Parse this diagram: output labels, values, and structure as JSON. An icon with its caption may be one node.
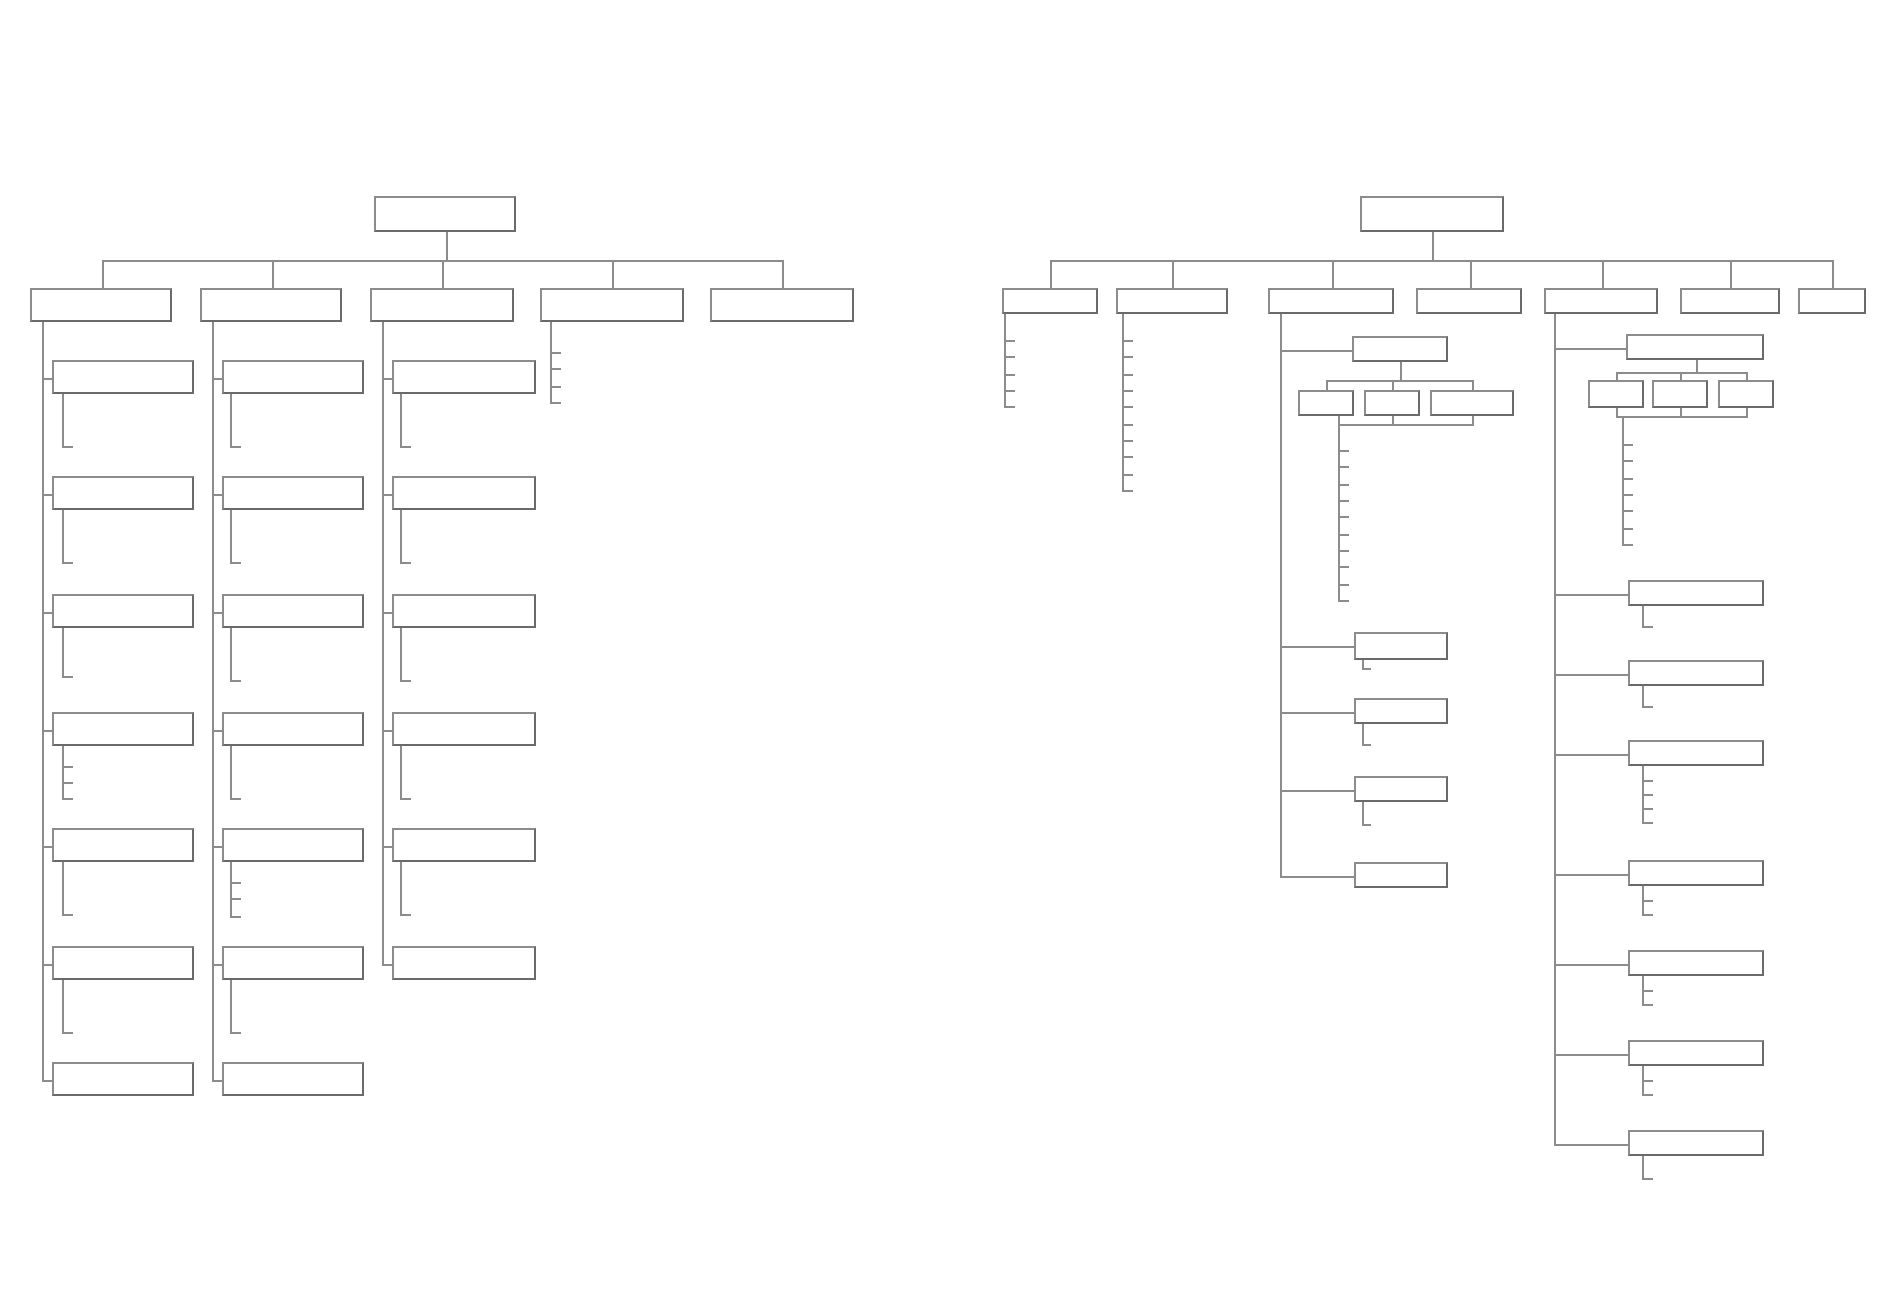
{
  "diagram": {
    "nodes": [
      {
        "text": [],
        "shape": "box"
      },
      {
        "text": [],
        "shape": "box"
      },
      {
        "text": [],
        "shape": "box"
      },
      {
        "text": [],
        "shape": "box"
      },
      {
        "text": [],
        "shape": "box"
      },
      {
        "text": [],
        "shape": "box"
      },
      {
        "text": [],
        "shape": "box"
      },
      {
        "text": [],
        "shape": "box"
      },
      {
        "text": [],
        "shape": "box"
      },
      {
        "text": [],
        "shape": "box"
      },
      {
        "text": [],
        "shape": "box"
      },
      {
        "text": [],
        "shape": "box"
      },
      {
        "text": [],
        "shape": "box"
      },
      {
        "text": [],
        "shape": "box"
      },
      {
        "text": [],
        "shape": "box"
      },
      {
        "text": [],
        "shape": "box"
      },
      {
        "text": [],
        "shape": "box"
      },
      {
        "text": [],
        "shape": "box"
      },
      {
        "text": [],
        "shape": "box"
      },
      {
        "text": [],
        "shape": "box"
      },
      {
        "text": [],
        "shape": "box"
      },
      {
        "text": [],
        "shape": "box"
      },
      {
        "text": [],
        "shape": "box"
      },
      {
        "text": [],
        "shape": "box"
      },
      {
        "text": [],
        "shape": "box"
      },
      {
        "text": [],
        "shape": "box"
      },
      {
        "text": [],
        "shape": "box"
      },
      {
        "text": [],
        "shape": "box"
      },
      {
        "text": [],
        "shape": "box"
      },
      {
        "text": [],
        "shape": "box"
      },
      {
        "text": [],
        "shape": "box"
      },
      {
        "text": [],
        "shape": "box"
      },
      {
        "text": [],
        "shape": "box"
      },
      {
        "text": [],
        "shape": "box"
      },
      {
        "text": [],
        "shape": "box"
      },
      {
        "text": [],
        "shape": "box"
      },
      {
        "text": [],
        "shape": "box"
      },
      {
        "text": [],
        "shape": "box"
      },
      {
        "text": [],
        "shape": "box"
      },
      {
        "text": [],
        "shape": "box"
      },
      {
        "text": [],
        "shape": "box"
      },
      {
        "text": [],
        "shape": "box"
      },
      {
        "text": [],
        "shape": "box"
      },
      {
        "text": [],
        "shape": "box"
      },
      {
        "text": [],
        "shape": "box"
      },
      {
        "text": [],
        "shape": "box"
      },
      {
        "text": [],
        "shape": "box"
      },
      {
        "text": [],
        "shape": "box"
      },
      {
        "text": [],
        "shape": "box"
      },
      {
        "text": [],
        "shape": "box"
      },
      {
        "text": [],
        "shape": "box"
      },
      {
        "text": [],
        "shape": "box"
      },
      {
        "text": [],
        "shape": "box"
      }
    ],
    "edges": [
      {
        "from": 0,
        "to": 1,
        "arrow": "none"
      },
      {
        "from": 0,
        "to": 2,
        "arrow": "none"
      },
      {
        "from": 0,
        "to": 3,
        "arrow": "none"
      },
      {
        "from": 0,
        "to": 4,
        "arrow": "none"
      },
      {
        "from": 0,
        "to": 5,
        "arrow": "none"
      },
      {
        "from": 1,
        "to": 6,
        "arrow": "none"
      },
      {
        "from": 1,
        "to": 7,
        "arrow": "none"
      },
      {
        "from": 1,
        "to": 8,
        "arrow": "none"
      },
      {
        "from": 1,
        "to": 9,
        "arrow": "none"
      },
      {
        "from": 1,
        "to": 10,
        "arrow": "none"
      },
      {
        "from": 1,
        "to": 11,
        "arrow": "none"
      },
      {
        "from": 1,
        "to": 12,
        "arrow": "none"
      },
      {
        "from": 2,
        "to": 13,
        "arrow": "none"
      },
      {
        "from": 2,
        "to": 14,
        "arrow": "none"
      },
      {
        "from": 2,
        "to": 15,
        "arrow": "none"
      },
      {
        "from": 2,
        "to": 16,
        "arrow": "none"
      },
      {
        "from": 2,
        "to": 17,
        "arrow": "none"
      },
      {
        "from": 2,
        "to": 18,
        "arrow": "none"
      },
      {
        "from": 2,
        "to": 19,
        "arrow": "none"
      },
      {
        "from": 3,
        "to": 20,
        "arrow": "none"
      },
      {
        "from": 3,
        "to": 21,
        "arrow": "none"
      },
      {
        "from": 3,
        "to": 22,
        "arrow": "none"
      },
      {
        "from": 3,
        "to": 23,
        "arrow": "none"
      },
      {
        "from": 3,
        "to": 24,
        "arrow": "none"
      },
      {
        "from": 3,
        "to": 25,
        "arrow": "none"
      },
      {
        "from": 6,
        "to": null,
        "arrow": "none"
      },
      {
        "from": 7,
        "to": null,
        "arrow": "none"
      },
      {
        "from": 8,
        "to": null,
        "arrow": "none"
      },
      {
        "from": 9,
        "to": null,
        "arrow": "none"
      },
      {
        "from": 9,
        "to": null,
        "arrow": "none"
      },
      {
        "from": 9,
        "to": null,
        "arrow": "none"
      },
      {
        "from": 10,
        "to": null,
        "arrow": "none"
      },
      {
        "from": 11,
        "to": null,
        "arrow": "none"
      },
      {
        "from": 13,
        "to": null,
        "arrow": "none"
      },
      {
        "from": 14,
        "to": null,
        "arrow": "none"
      },
      {
        "from": 15,
        "to": null,
        "arrow": "none"
      },
      {
        "from": 16,
        "to": null,
        "arrow": "none"
      },
      {
        "from": 17,
        "to": null,
        "arrow": "none"
      },
      {
        "from": 17,
        "to": null,
        "arrow": "none"
      },
      {
        "from": 17,
        "to": null,
        "arrow": "none"
      },
      {
        "from": 18,
        "to": null,
        "arrow": "none"
      },
      {
        "from": 20,
        "to": null,
        "arrow": "none"
      },
      {
        "from": 21,
        "to": null,
        "arrow": "none"
      },
      {
        "from": 22,
        "to": null,
        "arrow": "none"
      },
      {
        "from": 23,
        "to": null,
        "arrow": "none"
      },
      {
        "from": 24,
        "to": null,
        "arrow": "none"
      },
      {
        "from": 4,
        "to": null,
        "arrow": "none"
      },
      {
        "from": 4,
        "to": null,
        "arrow": "none"
      },
      {
        "from": 4,
        "to": null,
        "arrow": "none"
      },
      {
        "from": 4,
        "to": null,
        "arrow": "none"
      },
      {
        "from": 26,
        "to": 27,
        "arrow": "none"
      },
      {
        "from": 26,
        "to": 28,
        "arrow": "none"
      },
      {
        "from": 26,
        "to": 29,
        "arrow": "none"
      },
      {
        "from": 26,
        "to": 30,
        "arrow": "none"
      },
      {
        "from": 26,
        "to": 31,
        "arrow": "none"
      },
      {
        "from": 26,
        "to": 32,
        "arrow": "none"
      },
      {
        "from": 26,
        "to": 33,
        "arrow": "none"
      },
      {
        "from": 27,
        "to": null,
        "arrow": "none"
      },
      {
        "from": 27,
        "to": null,
        "arrow": "none"
      },
      {
        "from": 27,
        "to": null,
        "arrow": "none"
      },
      {
        "from": 27,
        "to": null,
        "arrow": "none"
      },
      {
        "from": 27,
        "to": null,
        "arrow": "none"
      },
      {
        "from": 28,
        "to": null,
        "arrow": "none"
      },
      {
        "from": 28,
        "to": null,
        "arrow": "none"
      },
      {
        "from": 28,
        "to": null,
        "arrow": "none"
      },
      {
        "from": 28,
        "to": null,
        "arrow": "none"
      },
      {
        "from": 28,
        "to": null,
        "arrow": "none"
      },
      {
        "from": 28,
        "to": null,
        "arrow": "none"
      },
      {
        "from": 28,
        "to": null,
        "arrow": "none"
      },
      {
        "from": 28,
        "to": null,
        "arrow": "none"
      },
      {
        "from": 28,
        "to": null,
        "arrow": "none"
      },
      {
        "from": 28,
        "to": null,
        "arrow": "none"
      },
      {
        "from": 29,
        "to": 34,
        "arrow": "none"
      },
      {
        "from": 34,
        "to": 35,
        "arrow": "none"
      },
      {
        "from": 34,
        "to": 36,
        "arrow": "none"
      },
      {
        "from": 34,
        "to": 37,
        "arrow": "none"
      },
      {
        "from": 35,
        "to": null,
        "arrow": "none"
      },
      {
        "from": 35,
        "to": null,
        "arrow": "none"
      },
      {
        "from": 35,
        "to": null,
        "arrow": "none"
      },
      {
        "from": 35,
        "to": null,
        "arrow": "none"
      },
      {
        "from": 35,
        "to": null,
        "arrow": "none"
      },
      {
        "from": 35,
        "to": null,
        "arrow": "none"
      },
      {
        "from": 35,
        "to": null,
        "arrow": "none"
      },
      {
        "from": 35,
        "to": null,
        "arrow": "none"
      },
      {
        "from": 35,
        "to": null,
        "arrow": "none"
      },
      {
        "from": 35,
        "to": null,
        "arrow": "none"
      },
      {
        "from": 36,
        "to": null,
        "arrow": "none"
      },
      {
        "from": 36,
        "to": null,
        "arrow": "none"
      },
      {
        "from": 36,
        "to": null,
        "arrow": "none"
      },
      {
        "from": 36,
        "to": null,
        "arrow": "none"
      },
      {
        "from": 36,
        "to": null,
        "arrow": "none"
      },
      {
        "from": 36,
        "to": null,
        "arrow": "none"
      },
      {
        "from": 36,
        "to": null,
        "arrow": "none"
      },
      {
        "from": 36,
        "to": null,
        "arrow": "none"
      },
      {
        "from": 36,
        "to": null,
        "arrow": "none"
      },
      {
        "from": 36,
        "to": null,
        "arrow": "none"
      },
      {
        "from": 37,
        "to": null,
        "arrow": "none"
      },
      {
        "from": 37,
        "to": null,
        "arrow": "none"
      },
      {
        "from": 37,
        "to": null,
        "arrow": "none"
      },
      {
        "from": 37,
        "to": null,
        "arrow": "none"
      },
      {
        "from": 37,
        "to": null,
        "arrow": "none"
      },
      {
        "from": 37,
        "to": null,
        "arrow": "none"
      },
      {
        "from": 37,
        "to": null,
        "arrow": "none"
      },
      {
        "from": 37,
        "to": null,
        "arrow": "none"
      },
      {
        "from": 37,
        "to": null,
        "arrow": "none"
      },
      {
        "from": 37,
        "to": null,
        "arrow": "none"
      },
      {
        "from": 29,
        "to": 38,
        "arrow": "none"
      },
      {
        "from": 29,
        "to": 39,
        "arrow": "none"
      },
      {
        "from": 29,
        "to": 40,
        "arrow": "none"
      },
      {
        "from": 29,
        "to": 41,
        "arrow": "none"
      },
      {
        "from": 38,
        "to": null,
        "arrow": "none"
      },
      {
        "from": 39,
        "to": null,
        "arrow": "none"
      },
      {
        "from": 40,
        "to": null,
        "arrow": "none"
      },
      {
        "from": 31,
        "to": 42,
        "arrow": "none"
      },
      {
        "from": 42,
        "to": 43,
        "arrow": "none"
      },
      {
        "from": 42,
        "to": 44,
        "arrow": "none"
      },
      {
        "from": 42,
        "to": 45,
        "arrow": "none"
      },
      {
        "from": 43,
        "to": null,
        "arrow": "none"
      },
      {
        "from": 43,
        "to": null,
        "arrow": "none"
      },
      {
        "from": 43,
        "to": null,
        "arrow": "none"
      },
      {
        "from": 43,
        "to": null,
        "arrow": "none"
      },
      {
        "from": 43,
        "to": null,
        "arrow": "none"
      },
      {
        "from": 43,
        "to": null,
        "arrow": "none"
      },
      {
        "from": 43,
        "to": null,
        "arrow": "none"
      },
      {
        "from": 44,
        "to": null,
        "arrow": "none"
      },
      {
        "from": 44,
        "to": null,
        "arrow": "none"
      },
      {
        "from": 44,
        "to": null,
        "arrow": "none"
      },
      {
        "from": 44,
        "to": null,
        "arrow": "none"
      },
      {
        "from": 44,
        "to": null,
        "arrow": "none"
      },
      {
        "from": 44,
        "to": null,
        "arrow": "none"
      },
      {
        "from": 44,
        "to": null,
        "arrow": "none"
      },
      {
        "from": 45,
        "to": null,
        "arrow": "none"
      },
      {
        "from": 45,
        "to": null,
        "arrow": "none"
      },
      {
        "from": 45,
        "to": null,
        "arrow": "none"
      },
      {
        "from": 45,
        "to": null,
        "arrow": "none"
      },
      {
        "from": 45,
        "to": null,
        "arrow": "none"
      },
      {
        "from": 45,
        "to": null,
        "arrow": "none"
      },
      {
        "from": 45,
        "to": null,
        "arrow": "none"
      },
      {
        "from": 31,
        "to": 46,
        "arrow": "none"
      },
      {
        "from": 31,
        "to": 47,
        "arrow": "none"
      },
      {
        "from": 31,
        "to": 48,
        "arrow": "none"
      },
      {
        "from": 31,
        "to": 49,
        "arrow": "none"
      },
      {
        "from": 31,
        "to": 50,
        "arrow": "none"
      },
      {
        "from": 31,
        "to": 51,
        "arrow": "none"
      },
      {
        "from": 31,
        "to": 52,
        "arrow": "none"
      },
      {
        "from": 46,
        "to": null,
        "arrow": "none"
      },
      {
        "from": 47,
        "to": null,
        "arrow": "none"
      },
      {
        "from": 48,
        "to": null,
        "arrow": "none"
      },
      {
        "from": 48,
        "to": null,
        "arrow": "none"
      },
      {
        "from": 48,
        "to": null,
        "arrow": "none"
      },
      {
        "from": 48,
        "to": null,
        "arrow": "none"
      },
      {
        "from": 49,
        "to": null,
        "arrow": "none"
      },
      {
        "from": 49,
        "to": null,
        "arrow": "none"
      },
      {
        "from": 50,
        "to": null,
        "arrow": "none"
      },
      {
        "from": 50,
        "to": null,
        "arrow": "none"
      },
      {
        "from": 51,
        "to": null,
        "arrow": "none"
      },
      {
        "from": 51,
        "to": null,
        "arrow": "none"
      },
      {
        "from": 52,
        "to": null,
        "arrow": "none"
      }
    ]
  }
}
